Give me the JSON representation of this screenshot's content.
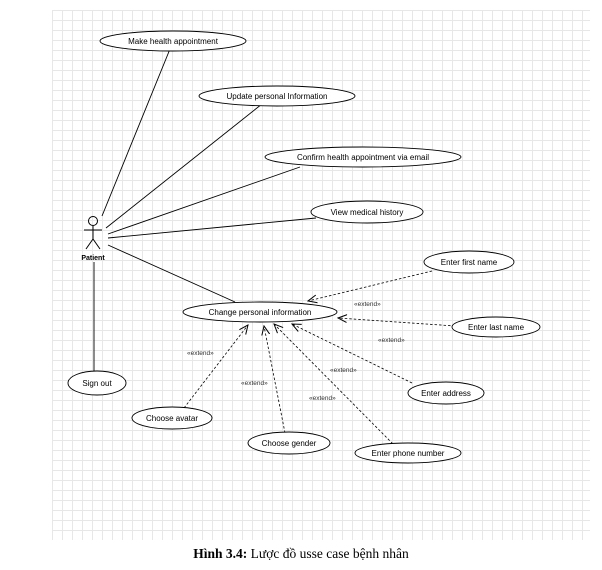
{
  "actor": {
    "name": "Patient"
  },
  "use_cases": {
    "make_appointment": "Make health appointment",
    "update_info": "Update personal Information",
    "confirm_email": "Confirm health appointment via email",
    "view_history": "View medical history",
    "change_info": "Change personal information",
    "sign_out": "Sign out",
    "enter_first_name": "Enter first name",
    "enter_last_name": "Enter last name",
    "enter_address": "Enter address",
    "enter_phone": "Enter phone number",
    "choose_avatar": "Choose avatar",
    "choose_gender": "Choose gender"
  },
  "extend_label": "«extend»",
  "caption": {
    "number": "Hình 3.4:",
    "text": " Lược đồ usse case bệnh nhân"
  }
}
